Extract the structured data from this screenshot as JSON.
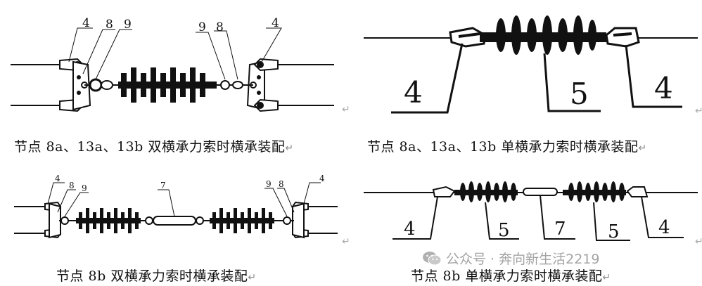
{
  "figures": {
    "top_left": {
      "caption": "节点 8a、13a、13b 双横承力索时横承装配",
      "labels": [
        "4",
        "8",
        "9",
        "9",
        "8",
        "4"
      ]
    },
    "top_right": {
      "caption": "节点 8a、13a、13b 单横承力索时横承装配",
      "labels": [
        "4",
        "5",
        "4"
      ]
    },
    "bottom_left": {
      "caption": "节点 8b 双横承力索时横承装配",
      "labels": [
        "4",
        "8",
        "9",
        "7",
        "9",
        "8",
        "4"
      ]
    },
    "bottom_right": {
      "caption": "节点 8b 单横承力索时横承装配",
      "labels": [
        "4",
        "5",
        "7",
        "5",
        "4"
      ]
    }
  },
  "enter_mark": "↵",
  "watermark": {
    "text": "公众号 · 奔向新生活2219",
    "icon": "wechat-icon"
  }
}
